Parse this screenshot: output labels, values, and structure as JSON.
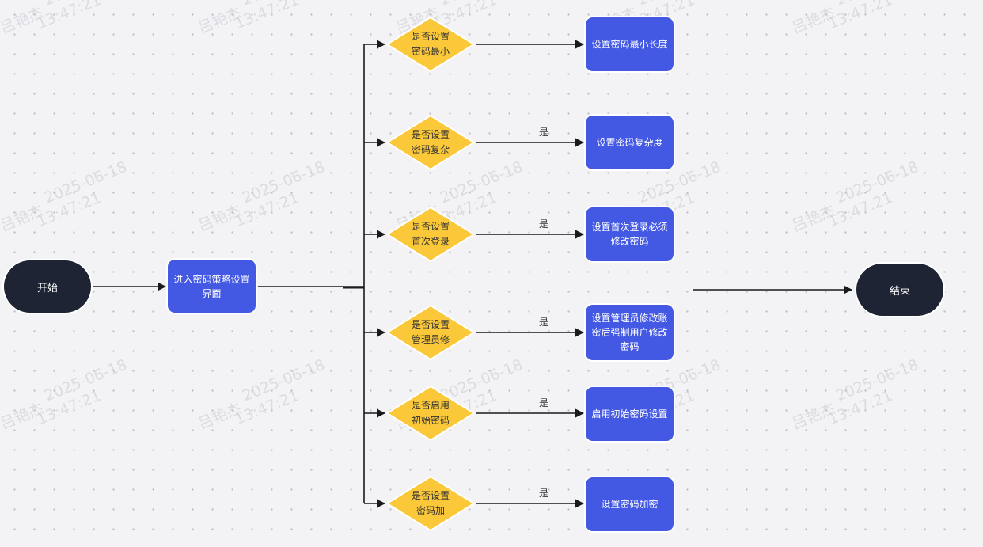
{
  "colors": {
    "background": "#f3f3f6",
    "terminal": "#1e2433",
    "process": "#4459e3",
    "decision": "#fbc83a",
    "edge": "#1a1a1a"
  },
  "watermark": {
    "name": "吕艳杰",
    "date": "2025-06-18",
    "time": "13:47:21"
  },
  "nodes": {
    "start": "开始",
    "enter_policy": "进入密码策略设置界面",
    "end": "结束"
  },
  "branches": [
    {
      "decision": "是否设置\n密码最小",
      "edge_label": "",
      "action": "设置密码最小长度"
    },
    {
      "decision": "是否设置\n密码复杂",
      "edge_label": "是",
      "action": "设置密码复杂度"
    },
    {
      "decision": "是否设置\n首次登录",
      "edge_label": "是",
      "action": "设置首次登录必须修改密码"
    },
    {
      "decision": "是否设置\n管理员修",
      "edge_label": "是",
      "action": "设置管理员修改账密后强制用户修改密码"
    },
    {
      "decision": "是否启用\n初始密码",
      "edge_label": "是",
      "action": "启用初始密码设置"
    },
    {
      "decision": "是否设置\n密码加",
      "edge_label": "是",
      "action": "设置密码加密"
    }
  ]
}
